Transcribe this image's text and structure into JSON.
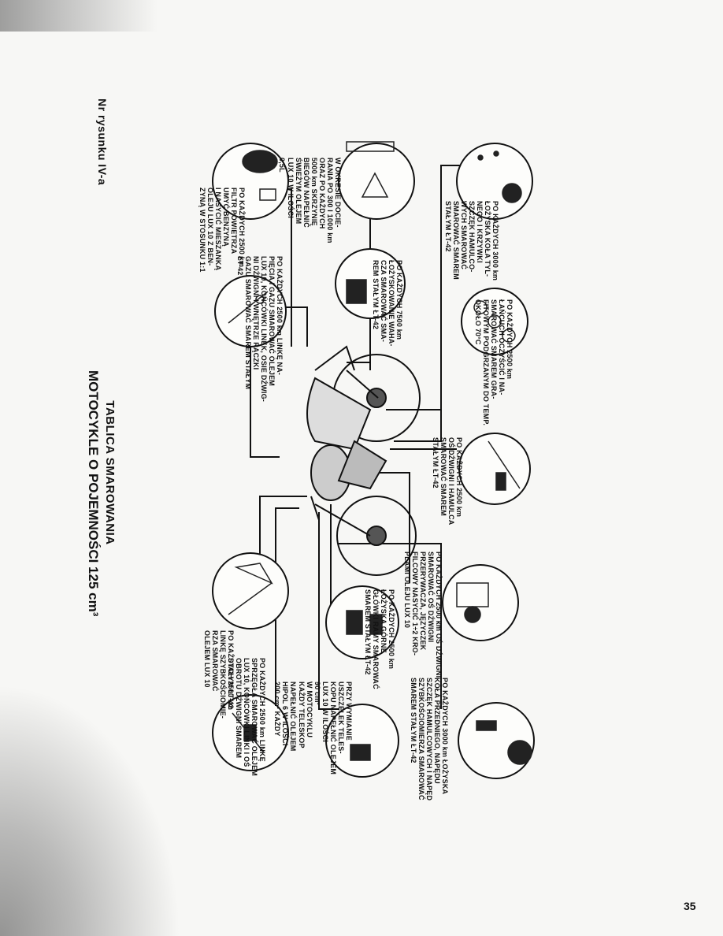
{
  "page": {
    "figure_ref": "Nr rysunku IV-a",
    "title_line1": "TABLICA SMAROWANIA",
    "title_line2": "MOTOCYKLE O POJEMNOŚCI 125 cm³",
    "page_number": "35"
  },
  "notes": {
    "n1": "PO KAŻDYCH 2500 km\nFILTR POWIETRZA\nUMYĆ BENZYNĄ\nI NASYCIĆ MIESZANKĄ\nOLEJU LUX 10 Z BEN-\nZYNĄ W STOSUNKU 1:1",
    "n2": "PO KAŻDYCH 2500 km LINKĘ NA-\nPIĘCIA I GAZU SMAROWAĆ OLEJEM\nLUX 10, KOŃCÓWKI LINEK, OSIE DŹWIG-\nNI DŹWIGNI I WNĘTRZE RĄCZKI\nGAZU SMAROWAĆ SMAREM STAŁYM\nŁT-42",
    "n3": "W OKRESIE DOCIE-\nRANIA PO 300 I 1000 km\nORAZ PO KAŻDYCH\n5000 km SKRZYNIĘ\nBIEGÓW NAPEŁNIĆ\nŚWIEŻYM OLEJEM\nLUX 10 W ILOŚCI\n0,5L",
    "n4": "PO KAŻDYCH 7500 km\nŁOŻYSKOWANIE WAHA-\nCZA SMAROWAĆ SMA-\nREM STAŁYM ŁT-42",
    "n5": "PO KAŻDYCH 2500 km\nŁAŃCUCH OCZYŚCIĆ I NA-\nSMAROWAĆ SMAREM GRA-\nFITOWYM PODGRZANYM DO TEMP.\nOKOŁO 70°C",
    "n6": "PO KAŻDYCH 3000 km\nŁOŻYSKA KOŁA TYL-\nNEGO I KRZYWKI\nSZCZĘK HAMULCO-\nWYCH SMAROWAĆ\nSMAROWAĆ SMAREM\nSTAŁYM ŁT-42",
    "n7": "PO KAŻDYCH 2500 km\nOŚ DŹWIGNI I HAMULCA\nSMAROWAĆ SMAREM\nSTAŁYM ŁT-42",
    "n8": "PO KAŻDYCH 2500 km OŚ DŹWIGNI\nSMAROWAĆ OŚ DŹWIGNI\nPRZERYWACZA, JĘZYCZEK\nFILCOWY NASYCIĆ 1÷2 KRO-\nPLAMI OLEJU LUX 10",
    "n9": "PO KAŻDYCH 2500 km\nŁOŻYSKA GÓRNE\nGŁÓWKI RAMY SMAROWAĆ\nSMAREM STAŁYM ŁT-42",
    "n10": "PO KAŻDYCH 2500 km\nLINKĘ SZYBKOŚCIOMIE-\nRZA SMAROWAĆ\nOLEJEM LUX 10",
    "n11": "PO KAŻDYCH 2500 km LINKĘ\nSPRZĘGŁA SMAROWAĆ OLEJEM\nLUX 10, KOŃCÓWKI LINKI I OŚ\nOBROTU DŹWIGNI SMAREM\nSTAŁYM ŁT-42",
    "n12": "PRZY WYMIANIE\nUSZCZELEK TELES-\nKOPU NAPEŁNIĆ OLEJEM\nLUX 10 W ILOŚCI\n90 cm³\nW MOTOCYKLU\nKAŻDY TELESKOP\nNAPEŁNIĆ OLEJEM\nHIPOL 6 W ILOŚCI\n200 cm³ KAŻDY",
    "n13": "PO KAŻDYCH 3000 km ŁOŻYSKA\nKOŁA PRZEDNIEGO, NAPĘDU\nSZCZĘK HAMULCOWYCH I NAPĘD\nSZYBKOŚCIOMIERZA SMAROWAĆ\nSMAREM STAŁYM ŁT-42"
  },
  "icons": {
    "detail_lens": "magnified-detail-circle",
    "motorcycle": "motorcycle-side-view"
  },
  "colors": {
    "ink": "#111111",
    "paper": "#f7f7f5"
  }
}
